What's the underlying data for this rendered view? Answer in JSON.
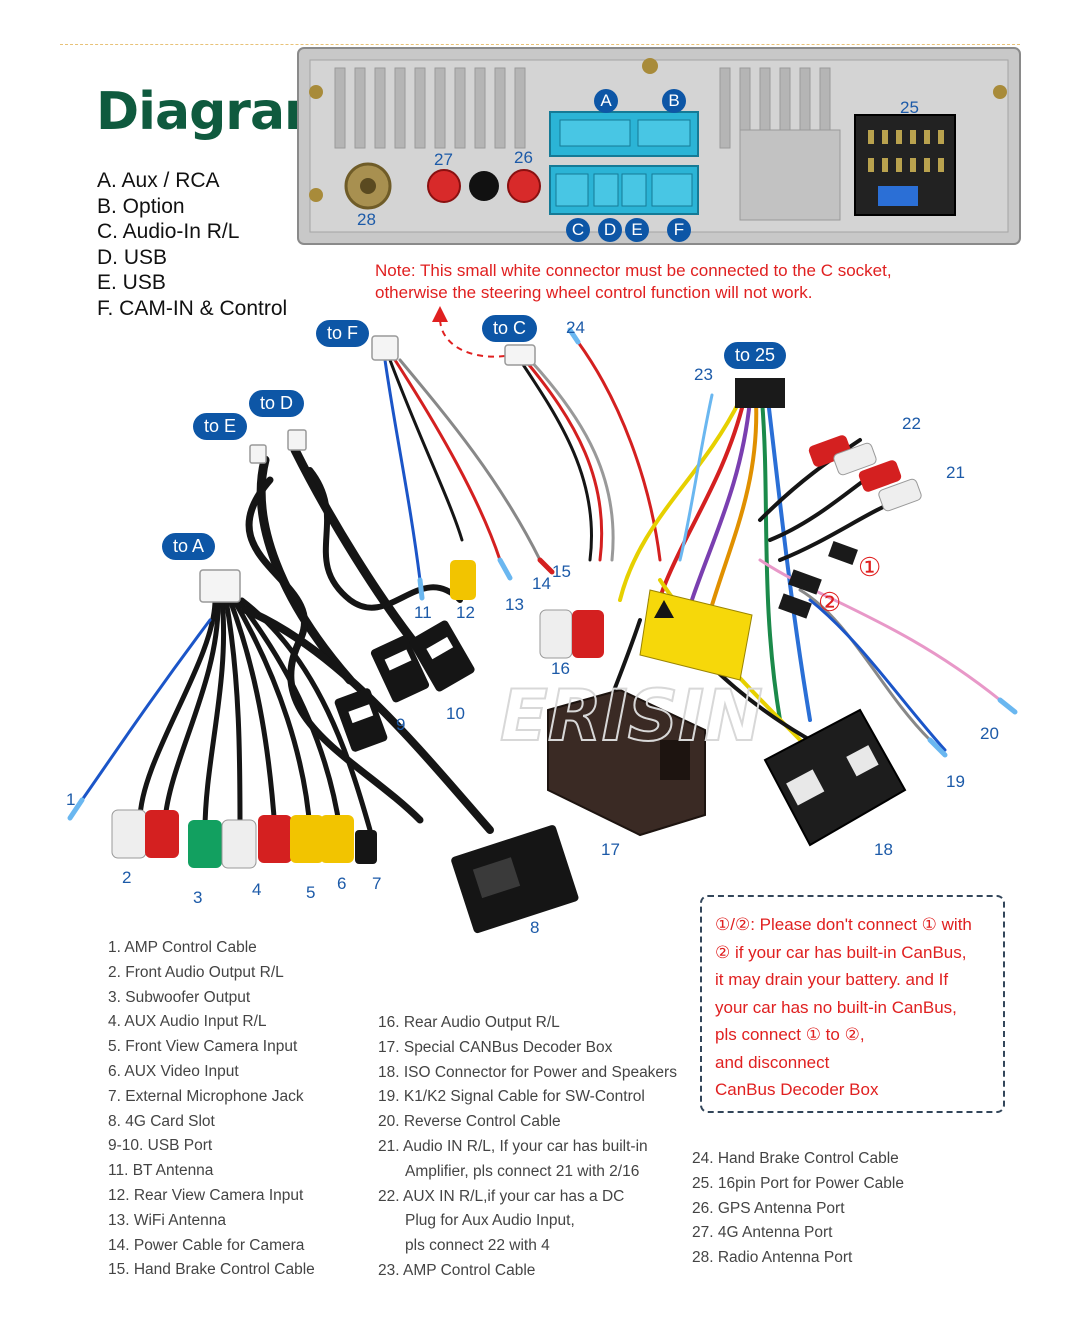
{
  "title": "Diagram",
  "sockets": [
    "A. Aux / RCA",
    "B. Option",
    "C. Audio-In R/L",
    "D. USB",
    "E. USB",
    "F. CAM-IN & Control"
  ],
  "note": {
    "line1": "Note: This small white connector must be connected to the C socket,",
    "line2": "otherwise the steering wheel control function will not work."
  },
  "unit_labels": {
    "a": "A",
    "b": "B",
    "c": "C",
    "d": "D",
    "e": "E",
    "f": "F",
    "n25": "25",
    "n26": "26",
    "n27": "27",
    "n28": "28"
  },
  "pills": {
    "to_f": "to F",
    "to_c": "to C",
    "to_25": "to 25",
    "to_d": "to D",
    "to_e": "to E",
    "to_a": "to A"
  },
  "diagram_numbers": {
    "n1": "1",
    "n2": "2",
    "n3": "3",
    "n4": "4",
    "n5": "5",
    "n6": "6",
    "n7": "7",
    "n8": "8",
    "n9": "9",
    "n10": "10",
    "n11": "11",
    "n12": "12",
    "n13": "13",
    "n14": "14",
    "n15": "15",
    "n16": "16",
    "n17": "17",
    "n18": "18",
    "n19": "19",
    "n20": "20",
    "n21": "21",
    "n22": "22",
    "n23": "23",
    "n24": "24",
    "c1": "①",
    "c2": "②"
  },
  "watermark": "ERISIN",
  "warning": [
    "①/②: Please don't connect ① with",
    "② if your car has built-in CanBus,",
    "it may drain your battery. and If",
    "your car has no built-in CanBus,",
    "pls connect ① to ②,",
    "and disconnect",
    "CanBus Decoder Box"
  ],
  "legend_col1": [
    "1. AMP Control Cable",
    "2. Front Audio Output R/L",
    "3. Subwoofer Output",
    "4. AUX Audio Input R/L",
    "5. Front View Camera Input",
    "6. AUX Video Input",
    "7. External Microphone Jack",
    "8. 4G Card Slot",
    "9-10. USB Port",
    "11. BT Antenna",
    "12. Rear View Camera Input",
    "13. WiFi Antenna",
    "14. Power Cable for Camera",
    "15. Hand Brake Control Cable"
  ],
  "legend_col2": [
    "16. Rear Audio Output R/L",
    "17. Special CANBus Decoder Box",
    "18. ISO Connector for Power and Speakers",
    "19. K1/K2 Signal Cable for SW-Control",
    "20. Reverse Control Cable",
    "21. Audio IN R/L, If your car has built-in",
    "Amplifier, pls connect 21 with 2/16",
    "22. AUX IN R/L,if your car has a DC",
    "Plug for Aux Audio Input,",
    "pls connect 22 with 4",
    "23. AMP Control Cable"
  ],
  "legend_col3": [
    "24. Hand Brake Control Cable",
    "25. 16pin Port for Power Cable",
    "26. GPS Antenna Port",
    "27. 4G Antenna Port",
    "28. Radio Antenna Port"
  ],
  "colors": {
    "title": "#0f5a3e",
    "note_red": "#e02020",
    "pill_blue": "#0d56a6",
    "number_blue": "#1c5aa8",
    "connector_cyan": "#2bb4d6",
    "cable_black": "#151515",
    "rca_red": "#d42020",
    "rca_yellow": "#f2c400",
    "rca_green": "#12a060",
    "rca_white": "#eeeeee",
    "warning_yellow": "#f6d80a"
  }
}
